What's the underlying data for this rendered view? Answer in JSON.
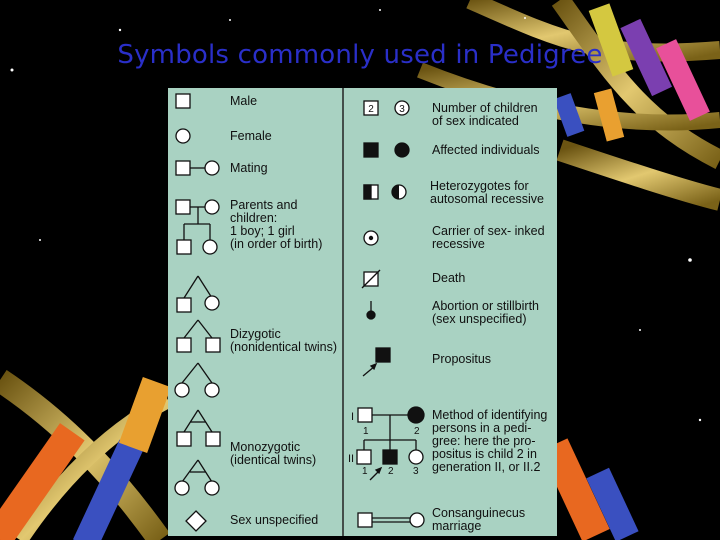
{
  "slide": {
    "title": "Symbols commonly used in Pedigree"
  },
  "legend_left": [
    {
      "name": "male",
      "label": "Male"
    },
    {
      "name": "female",
      "label": "Female"
    },
    {
      "name": "mating",
      "label": "Mating"
    },
    {
      "name": "parents-children",
      "label": "Parents and\nchildren:\n1 boy; 1 girl\n(in order of birth)"
    },
    {
      "name": "dizygotic",
      "label": "Dizygotic\n(nonidentical twins)"
    },
    {
      "name": "monozygotic",
      "label": "Monozygotic\n(identical twins)"
    },
    {
      "name": "sex-unspecified",
      "label": "Sex unspecified"
    }
  ],
  "legend_right": [
    {
      "name": "number-of-children",
      "label": "Number of children\nof sex indicated",
      "male_count": "2",
      "female_count": "3"
    },
    {
      "name": "affected",
      "label": "Affected individuals"
    },
    {
      "name": "heterozygotes",
      "label": "Heterozygotes for\nautosomal recessive"
    },
    {
      "name": "carrier",
      "label": "Carrier of sex- inked\nrecessive"
    },
    {
      "name": "death",
      "label": "Death"
    },
    {
      "name": "abortion",
      "label": "Abortion or stillbirth\n(sex unspecified)"
    },
    {
      "name": "propositus",
      "label": "Propositus"
    },
    {
      "name": "method",
      "label": "Method of identifying\npersons in a pedi-\ngree: here the pro-\npositus is child 2 in\ngeneration II, or II.2",
      "gen_one": "I",
      "gen_two": "II",
      "parent_one": "1",
      "parent_two": "2",
      "child_one": "1",
      "child_two": "2",
      "child_three": "3"
    },
    {
      "name": "consanguineous",
      "label": "Consanguinecus\nmarriage"
    }
  ],
  "colors": {
    "panel": "#a9d2c2",
    "title": "#2a2fc8",
    "symbol_stroke": "#111111"
  }
}
